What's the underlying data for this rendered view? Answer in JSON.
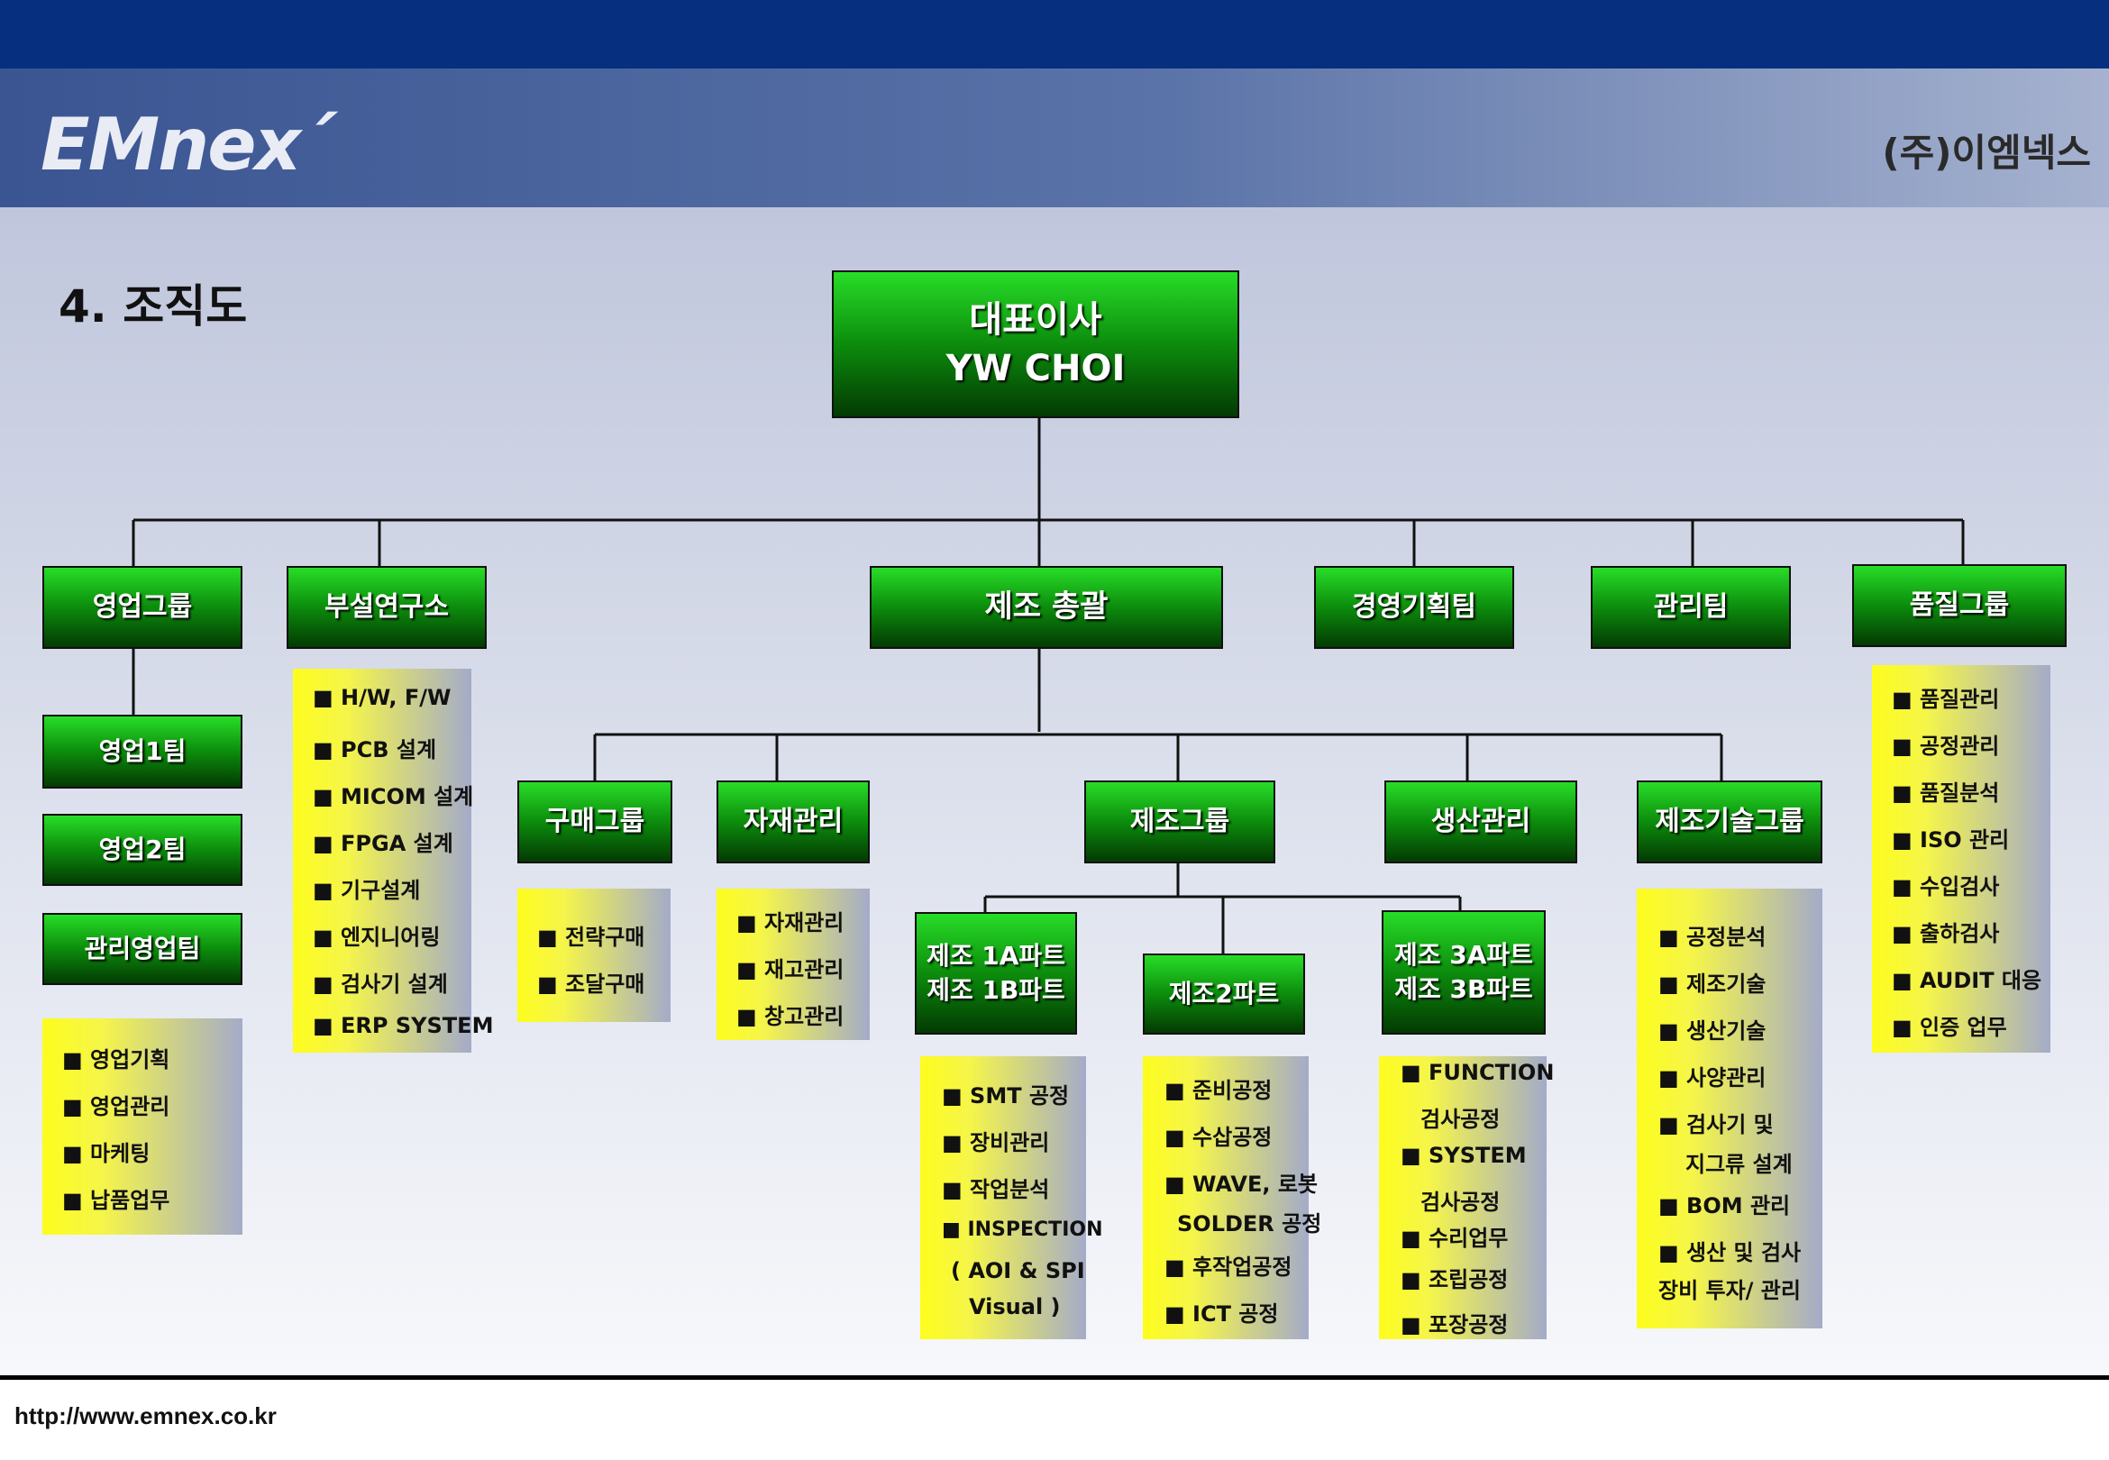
{
  "header": {
    "logo": "EMnex´",
    "company": "(주)이엠넥스"
  },
  "page_title": "4.  조직도",
  "footer_url": "http://www.emnex.co.kr",
  "ceo": {
    "title": "대표이사",
    "name": "YW  CHOI"
  },
  "groups": {
    "sales": "영업그룹",
    "research": "부설연구소",
    "manufacturing_hq": "제조 총괄",
    "management_planning": "경영기획팀",
    "admin": "관리팀",
    "quality": "품질그룹"
  },
  "sales_teams": [
    "영업1팀",
    "영업2팀",
    "관리영업팀"
  ],
  "sales_tasks": [
    "■ 영업기획",
    "■ 영업관리",
    "■ 마케팅",
    "■ 납품업무"
  ],
  "research_tasks": [
    "■ H/W, F/W",
    "■ PCB 설계",
    "■ MICOM 설계",
    "■ FPGA 설계",
    "■ 기구설계",
    "■ 엔지니어링",
    "■ 검사기 설계",
    "■ ERP SYSTEM"
  ],
  "quality_tasks": [
    "■ 품질관리",
    "■ 공정관리",
    "■ 품질분석",
    "■ ISO 관리",
    "■ 수입검사",
    "■ 출하검사",
    "■ AUDIT 대응",
    "■ 인증 업무"
  ],
  "mfg_units": {
    "purchasing": "구매그룹",
    "materials": "자재관리",
    "manufacturing": "제조그룹",
    "production": "생산관리",
    "mfg_tech": "제조기술그룹"
  },
  "purchasing_tasks": [
    "■ 전략구매",
    "■ 조달구매"
  ],
  "materials_tasks": [
    "■ 자재관리",
    "■ 재고관리",
    "■ 창고관리"
  ],
  "mfg_tech_tasks": [
    "■ 공정분석",
    "■ 제조기술",
    "■ 생산기술",
    "■ 사양관리",
    "■ 검사기 및",
    "지그류 설계",
    "■ BOM 관리",
    "■ 생산 및 검사",
    "장비 투자/ 관리"
  ],
  "parts": {
    "p1_line1": "제조 1A파트",
    "p1_line2": "제조 1B파트",
    "p2": "제조2파트",
    "p3_line1": "제조 3A파트",
    "p3_line2": "제조 3B파트"
  },
  "part1_tasks": [
    "■ SMT 공정",
    "■ 장비관리",
    "■ 작업분석",
    "■ INSPECTION",
    "( AOI & SPI",
    "Visual )"
  ],
  "part2_tasks": [
    "■ 준비공정",
    "■ 수삽공정",
    "■ WAVE, 로봇",
    "SOLDER 공정",
    "■ 후작업공정",
    "■ ICT 공정"
  ],
  "part3_tasks": [
    "■ FUNCTION",
    "검사공정",
    "■ SYSTEM",
    "검사공정",
    "■ 수리업무",
    "■ 조립공정",
    "■ 포장공정"
  ]
}
